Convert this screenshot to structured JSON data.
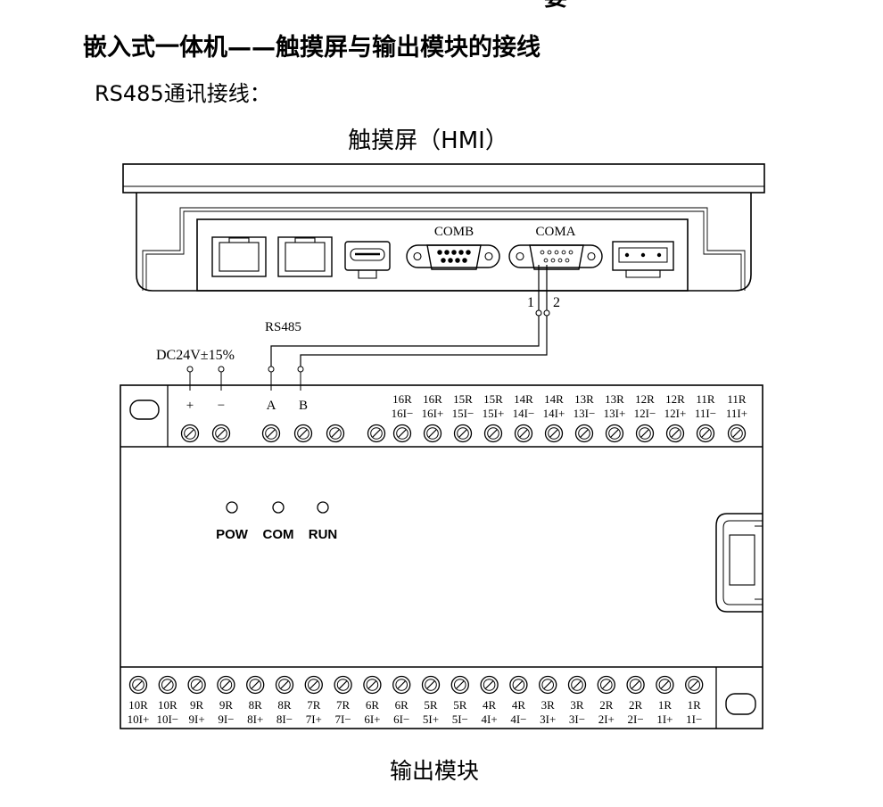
{
  "partial_top_glyph": "要",
  "heading": "嵌入式一体机——触摸屏与输出模块的接线",
  "subheading": "RS485通讯接线：",
  "hmi": {
    "title": "触摸屏（HMI）",
    "port_comb": "COMB",
    "port_coma": "COMA",
    "pin_1": "1",
    "pin_2": "2"
  },
  "wiring": {
    "rs485_label": "RS485",
    "power_label": "DC24V±15%"
  },
  "module": {
    "caption": "输出模块",
    "top_labels": [
      "+",
      "−",
      "A",
      "B"
    ],
    "top_channels": [
      [
        "16R",
        "16I−"
      ],
      [
        "16R",
        "16I+"
      ],
      [
        "15R",
        "15I−"
      ],
      [
        "15R",
        "15I+"
      ],
      [
        "14R",
        "14I−"
      ],
      [
        "14R",
        "14I+"
      ],
      [
        "13R",
        "13I−"
      ],
      [
        "13R",
        "13I+"
      ],
      [
        "12R",
        "12I−"
      ],
      [
        "12R",
        "12I+"
      ],
      [
        "11R",
        "11I−"
      ],
      [
        "11R",
        "11I+"
      ]
    ],
    "leds": [
      "POW",
      "COM",
      "RUN"
    ],
    "bottom_channels": [
      [
        "10R",
        "10I+"
      ],
      [
        "10R",
        "10I−"
      ],
      [
        "9R",
        "9I+"
      ],
      [
        "9R",
        "9I−"
      ],
      [
        "8R",
        "8I+"
      ],
      [
        "8R",
        "8I−"
      ],
      [
        "7R",
        "7I+"
      ],
      [
        "7R",
        "7I−"
      ],
      [
        "6R",
        "6I+"
      ],
      [
        "6R",
        "6I−"
      ],
      [
        "5R",
        "5I+"
      ],
      [
        "5R",
        "5I−"
      ],
      [
        "4R",
        "4I+"
      ],
      [
        "4R",
        "4I−"
      ],
      [
        "3R",
        "3I+"
      ],
      [
        "3R",
        "3I−"
      ],
      [
        "2R",
        "2I+"
      ],
      [
        "2R",
        "2I−"
      ],
      [
        "1R",
        "1I+"
      ],
      [
        "1R",
        "1I−"
      ]
    ]
  }
}
